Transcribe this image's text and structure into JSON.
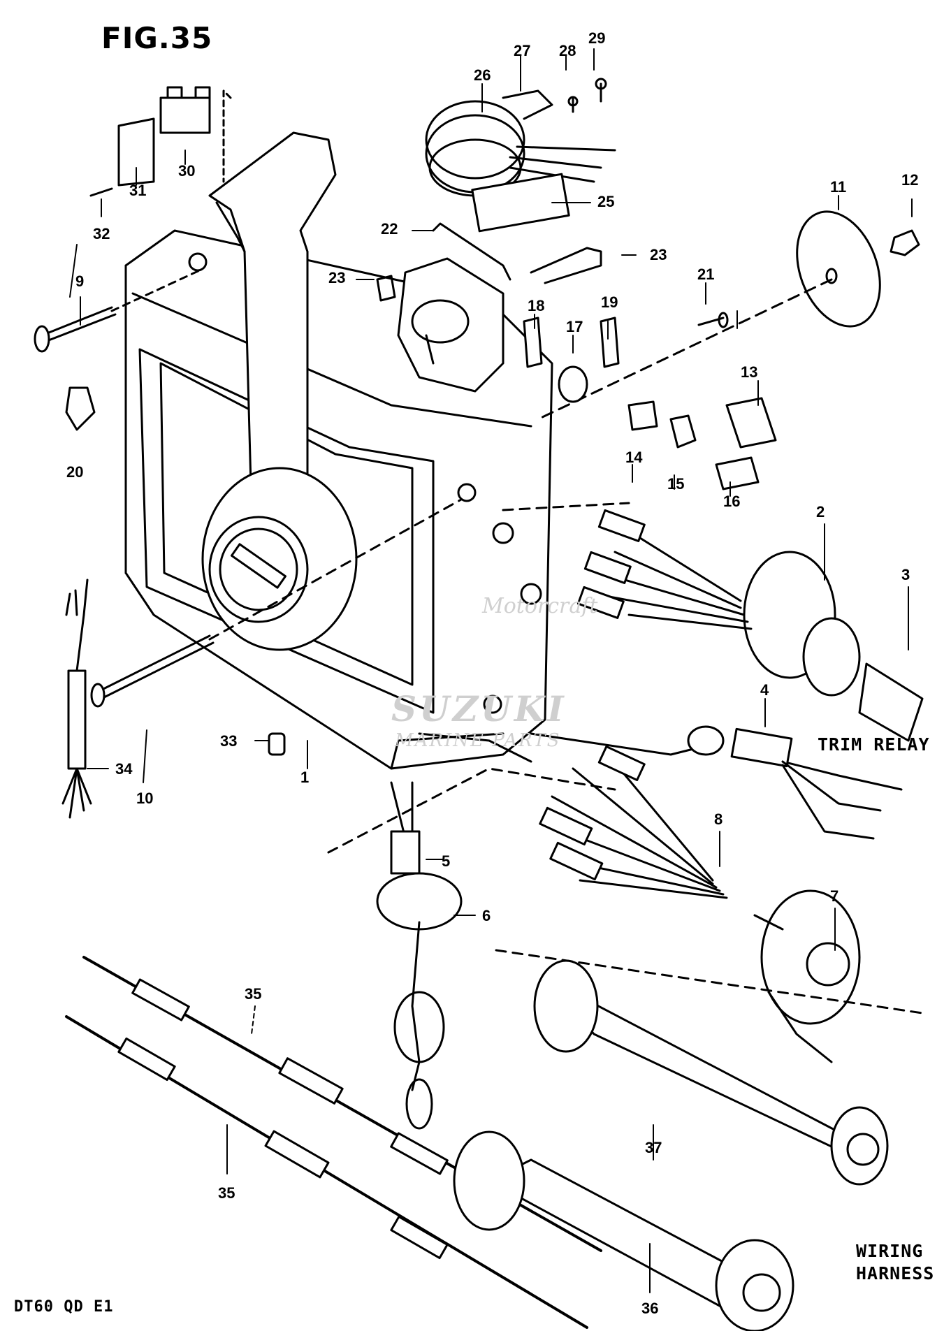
{
  "figure": {
    "title": "FIG.35",
    "model_code": "DT60 QD E1"
  },
  "captions": {
    "trim_relay": "TRIM RELAY",
    "wiring_line1": "WIRING",
    "wiring_line2": "HARNESS"
  },
  "watermarks": {
    "brand": "SUZUKI",
    "parts": "MARINE PARTS",
    "site": "Motorcraft"
  },
  "part_labels": [
    {
      "id": "p1",
      "text": "1"
    },
    {
      "id": "p2",
      "text": "2"
    },
    {
      "id": "p3",
      "text": "3"
    },
    {
      "id": "p4",
      "text": "4"
    },
    {
      "id": "p5",
      "text": "5"
    },
    {
      "id": "p6",
      "text": "6"
    },
    {
      "id": "p7",
      "text": "7"
    },
    {
      "id": "p8",
      "text": "8"
    },
    {
      "id": "p9",
      "text": "9"
    },
    {
      "id": "p10",
      "text": "10"
    },
    {
      "id": "p11",
      "text": "11"
    },
    {
      "id": "p12",
      "text": "12"
    },
    {
      "id": "p13",
      "text": "13"
    },
    {
      "id": "p14",
      "text": "14"
    },
    {
      "id": "p15",
      "text": "15"
    },
    {
      "id": "p16",
      "text": "16"
    },
    {
      "id": "p17",
      "text": "17"
    },
    {
      "id": "p18",
      "text": "18"
    },
    {
      "id": "p19",
      "text": "19"
    },
    {
      "id": "p20",
      "text": "20"
    },
    {
      "id": "p21",
      "text": "21"
    },
    {
      "id": "p22",
      "text": "22"
    },
    {
      "id": "p23a",
      "text": "23"
    },
    {
      "id": "p23b",
      "text": "23"
    },
    {
      "id": "p25",
      "text": "25"
    },
    {
      "id": "p26",
      "text": "26"
    },
    {
      "id": "p27",
      "text": "27"
    },
    {
      "id": "p28",
      "text": "28"
    },
    {
      "id": "p29",
      "text": "29"
    },
    {
      "id": "p30",
      "text": "30"
    },
    {
      "id": "p31",
      "text": "31"
    },
    {
      "id": "p32",
      "text": "32"
    },
    {
      "id": "p33",
      "text": "33"
    },
    {
      "id": "p34",
      "text": "34"
    },
    {
      "id": "p35a",
      "text": "35"
    },
    {
      "id": "p35b",
      "text": "35"
    },
    {
      "id": "p36",
      "text": "36"
    },
    {
      "id": "p37",
      "text": "37"
    }
  ]
}
